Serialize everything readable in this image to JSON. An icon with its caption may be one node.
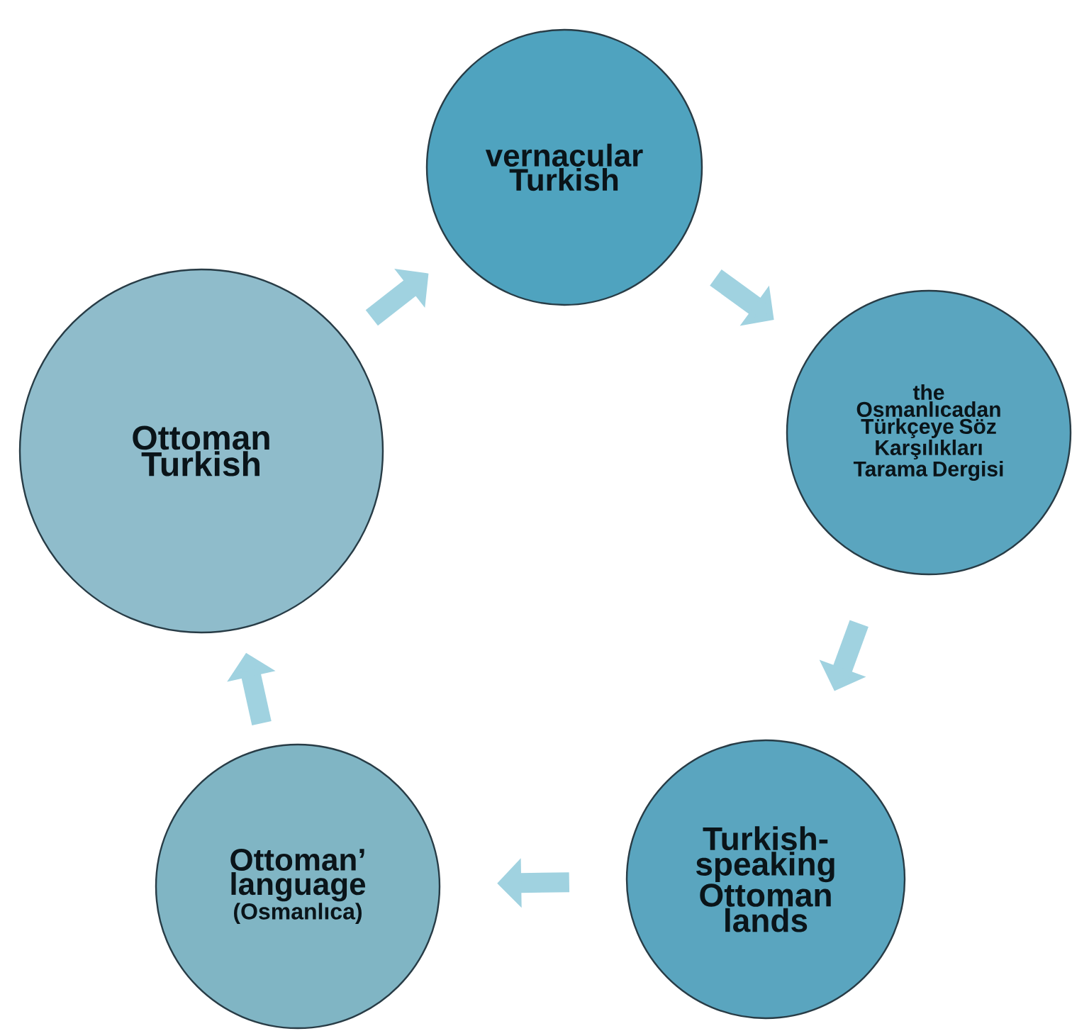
{
  "diagram": {
    "nodes": [
      {
        "text": [
          "vernacular Turkish"
        ]
      },
      {
        "text": [
          "the Osmanlıcadan Türkçeye Söz Karşılıkları Tarama Dergisi"
        ]
      },
      {
        "text": [
          "Turkish-speaking Ottoman lands"
        ]
      },
      {
        "text": [
          "Ottoman’ language",
          "(Osmanlıca)"
        ]
      },
      {
        "text": [
          "Ottoman Turkish"
        ]
      }
    ],
    "edges": [
      {
        "from": 0,
        "to": 1,
        "arrow": "to"
      },
      {
        "from": 1,
        "to": 2,
        "arrow": "to"
      },
      {
        "from": 2,
        "to": 3,
        "arrow": "to"
      },
      {
        "from": 3,
        "to": 4,
        "arrow": "to"
      },
      {
        "from": 4,
        "to": 0,
        "arrow": "to"
      }
    ]
  }
}
